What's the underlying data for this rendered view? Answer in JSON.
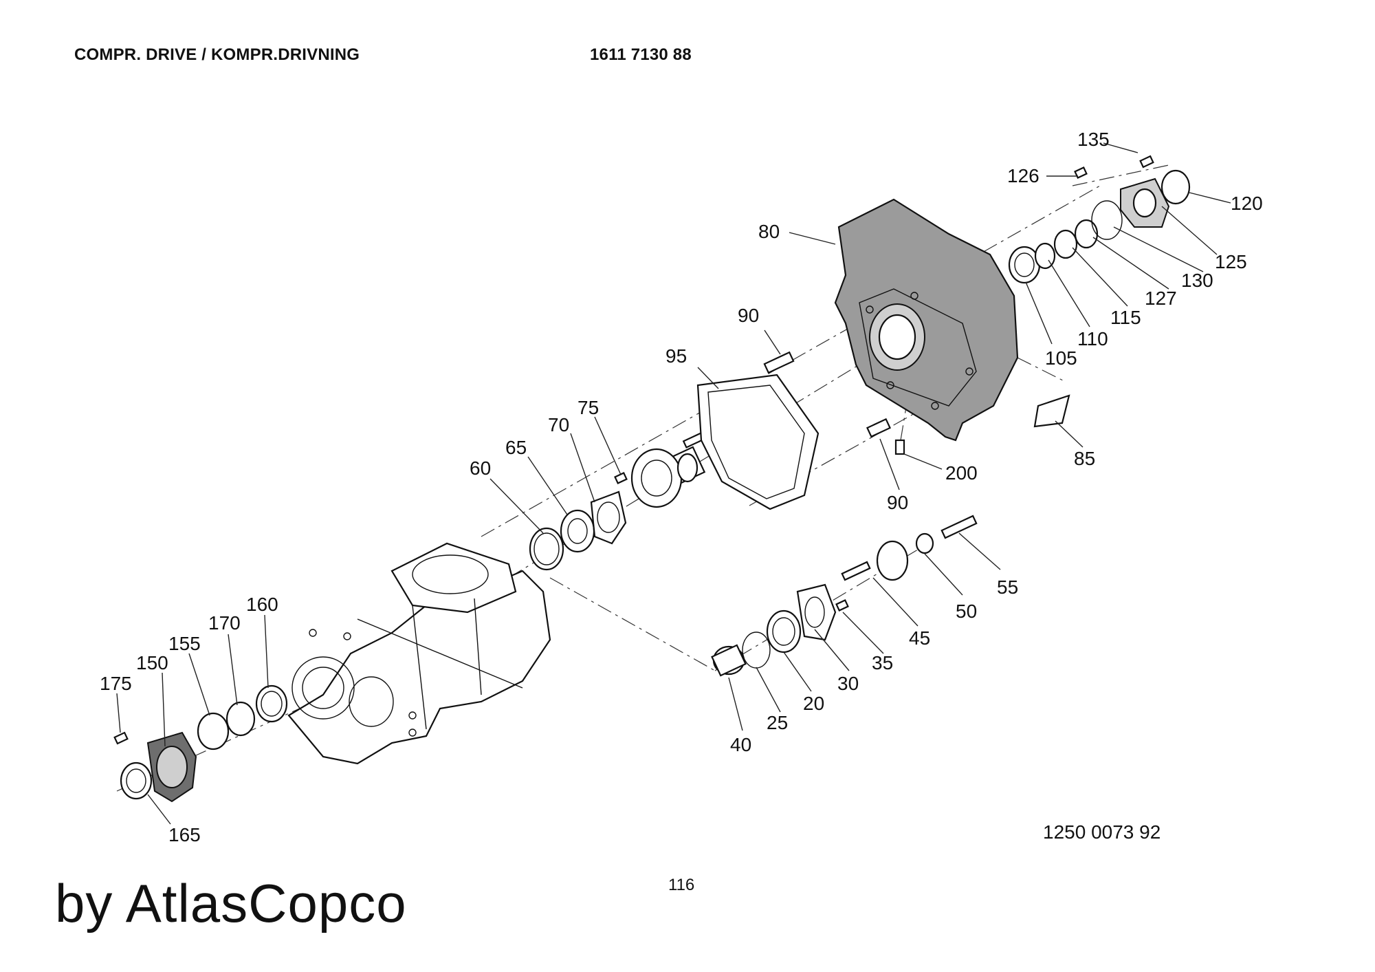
{
  "header": {
    "title": "COMPR. DRIVE / KOMPR.DRIVNING",
    "part_number": "1611 7130 88"
  },
  "drawing_ref": "1250 0073 92",
  "page_number": "116",
  "brand": "by AtlasCopco",
  "callouts": {
    "c135": "135",
    "c126": "126",
    "c120": "120",
    "c125": "125",
    "c130": "130",
    "c127": "127",
    "c115": "115",
    "c110": "110",
    "c105": "105",
    "c80": "80",
    "c85": "85",
    "c90a": "90",
    "c90b": "90",
    "c95": "95",
    "c200": "200",
    "c75": "75",
    "c70": "70",
    "c65": "65",
    "c60": "60",
    "c55": "55",
    "c50": "50",
    "c45": "45",
    "c35": "35",
    "c30": "30",
    "c20": "20",
    "c25": "25",
    "c40": "40",
    "c160": "160",
    "c170": "170",
    "c155": "155",
    "c150": "150",
    "c175": "175",
    "c165": "165"
  }
}
